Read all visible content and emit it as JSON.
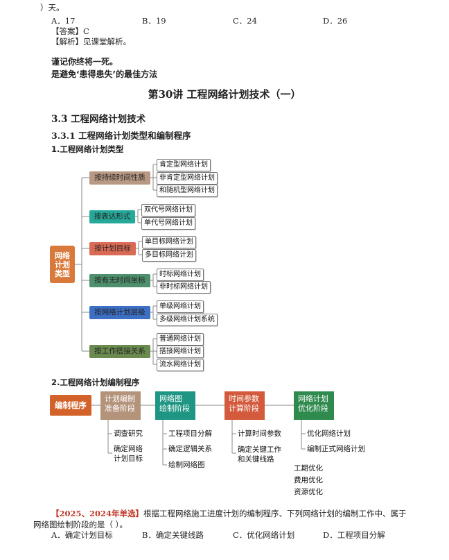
{
  "prev_question": {
    "tail": "）天。",
    "options": [
      "A．17",
      "B．19",
      "C．24",
      "D．26"
    ],
    "answer_label": "【答案】",
    "answer_value": "C",
    "analysis_label": "【解析】",
    "analysis_text": "见课堂解析。"
  },
  "motto": {
    "line1": "谨记你终将一死。",
    "line2": "是避免‘患得患失’的最佳方法"
  },
  "lecture_title": "第30讲  工程网络计划技术（一）",
  "section_3_3": "3.3  工程网络计划技术",
  "section_3_3_1": "3.3.1  工程网络计划类型和编制程序",
  "sub1_title": "1.工程网络计划类型",
  "mindmap": {
    "root": "网络计划类型",
    "categories": [
      {
        "label": "按持续时间性质",
        "color": "#b89a84",
        "leaves": [
          "肯定型网络计划",
          "非肯定型网络计划",
          "和随机型网络计划"
        ]
      },
      {
        "label": "按表达形式",
        "color": "#27a99a",
        "leaves": [
          "双代号网络计划",
          "单代号网络计划"
        ]
      },
      {
        "label": "按计划目标",
        "color": "#d96b55",
        "leaves": [
          "单目标网络计划",
          "多目标网络计划"
        ]
      },
      {
        "label": "按有无时间坐标",
        "color": "#4e8f6e",
        "leaves": [
          "时标网络计划",
          "非时标网络计划"
        ]
      },
      {
        "label": "按网络计划层级",
        "color": "#3d6fc4",
        "leaves": [
          "单级网络计划",
          "多级网络计划系统"
        ]
      },
      {
        "label": "按工作搭接关系",
        "color": "#6a8a4f",
        "leaves": [
          "普通网络计划",
          "搭接网络计划",
          "流水网络计划"
        ]
      }
    ],
    "root_color": "#d97a3c"
  },
  "sub2_title": "2.工程网络计划编制程序",
  "procedure": {
    "start": "编制程序",
    "start_color": "#d2622a",
    "stages": [
      {
        "label": "计划编制准备阶段",
        "line1": "计划编制",
        "line2": "准备阶段",
        "color": "#b4937b",
        "items": [
          [
            "调查研究"
          ],
          [
            "确定网络",
            "计划目标"
          ]
        ]
      },
      {
        "label": "网络图绘制阶段",
        "line1": "网络图",
        "line2": "绘制阶段",
        "color": "#1f9683",
        "items": [
          [
            "工程项目分解"
          ],
          [
            "确定逻辑关系"
          ],
          [
            "绘制网络图"
          ]
        ]
      },
      {
        "label": "时间参数计算阶段",
        "line1": "时间参数",
        "line2": "计算阶段",
        "color": "#d35a3c",
        "items": [
          [
            "计算时间参数"
          ],
          [
            "确定关键工作",
            "和关键线路"
          ]
        ]
      },
      {
        "label": "网络计划优化阶段",
        "line1": "网络计划",
        "line2": "优化阶段",
        "color": "#2f8a4e",
        "items": [
          [
            "优化网络计划"
          ],
          [
            "编制正式网络计划"
          ]
        ]
      }
    ],
    "extra": [
      "工期优化",
      "费用优化",
      "资源优化"
    ]
  },
  "question": {
    "tag": "【2025、2024年单选】",
    "stem_line1": "根据工程网络施工进度计划的编制程序、下列网络计划的编制工作中、属于",
    "stem_line2": "网络图绘制阶段的是（      ）。",
    "options": [
      "A．确定计划目标",
      "B．确定关键线路",
      "C．优化网络计划",
      "D．工程项目分解"
    ]
  }
}
